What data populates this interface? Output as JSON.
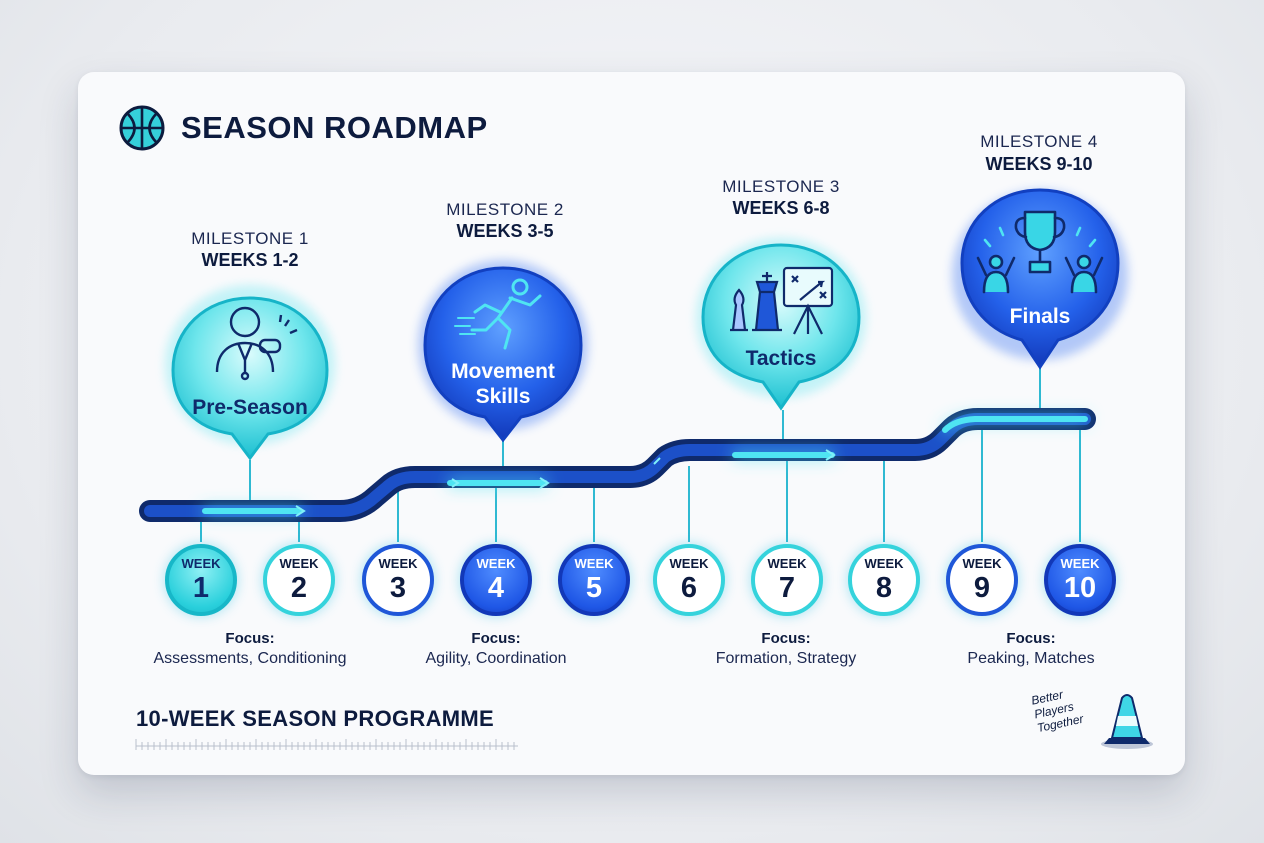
{
  "header": {
    "title": "SEASON ROADMAP",
    "logo_icon": "basketball-icon"
  },
  "milestones": [
    {
      "label": "MILESTONE 1",
      "weeks": "WEEKS 1-2",
      "name": "Pre-Season",
      "icon": "coach-whistle-icon",
      "color": "#27d3d8"
    },
    {
      "label": "MILESTONE 2",
      "weeks": "WEEKS 3-5",
      "name_lines": [
        "Movement",
        "Skills"
      ],
      "icon": "running-athlete-icon",
      "color": "#1f5fe6"
    },
    {
      "label": "MILESTONE 3",
      "weeks": "WEEKS 6-8",
      "name": "Tactics",
      "icon": "chess-whiteboard-icon",
      "color": "#3fd6e6"
    },
    {
      "label": "MILESTONE 4",
      "weeks": "WEEKS 9-10",
      "name": "Finals",
      "icon": "trophy-celebration-icon",
      "color": "#1f5fe6"
    }
  ],
  "weeks": [
    {
      "label": "WEEK",
      "number": "1",
      "style": "filled-teal"
    },
    {
      "label": "WEEK",
      "number": "2",
      "style": "outline-teal"
    },
    {
      "label": "WEEK",
      "number": "3",
      "style": "outline-blue"
    },
    {
      "label": "WEEK",
      "number": "4",
      "style": "filled-blue"
    },
    {
      "label": "WEEK",
      "number": "5",
      "style": "filled-blue"
    },
    {
      "label": "WEEK",
      "number": "6",
      "style": "outline-teal"
    },
    {
      "label": "WEEK",
      "number": "7",
      "style": "outline-teal"
    },
    {
      "label": "WEEK",
      "number": "8",
      "style": "outline-teal"
    },
    {
      "label": "WEEK",
      "number": "9",
      "style": "outline-blue"
    },
    {
      "label": "WEEK",
      "number": "10",
      "style": "filled-blue"
    }
  ],
  "focus": [
    {
      "heading": "Focus:",
      "text": "Assessments, Conditioning"
    },
    {
      "heading": "Focus:",
      "text": "Agility, Coordination"
    },
    {
      "heading": "Focus:",
      "text": "Formation, Strategy"
    },
    {
      "heading": "Focus:",
      "text": "Peaking, Matches"
    }
  ],
  "footer": {
    "programme": "10-WEEK SEASON PROGRAMME",
    "tagline": [
      "Better",
      "Players",
      "Together"
    ],
    "cone_icon": "training-cone-icon"
  },
  "colors": {
    "navy": "#0d1b3e",
    "teal": "#27d3d8",
    "blue": "#1f5fe6",
    "track": "#0f2a6b"
  }
}
